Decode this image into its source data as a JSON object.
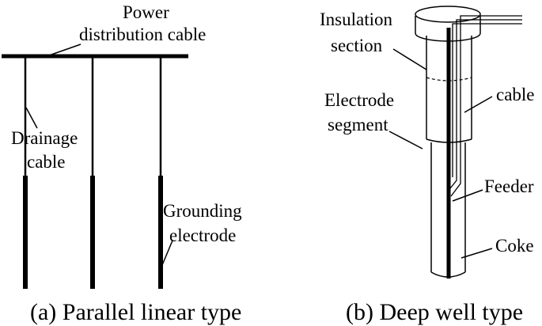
{
  "panel_a": {
    "labels": {
      "power_line1": "Power",
      "power_line2": "distribution cable",
      "drainage_line1": "Drainage",
      "drainage_line2": "cable",
      "grounding_line1": "Grounding",
      "grounding_line2": "electrode"
    },
    "caption": "(a) Parallel linear type"
  },
  "panel_b": {
    "labels": {
      "insulation_line1": "Insulation",
      "insulation_line2": "section",
      "electrode_line1": "Electrode",
      "electrode_line2": "segment",
      "cable": "cable",
      "feeder": "Feeder",
      "coke": "Coke"
    },
    "caption": "(b) Deep well type"
  }
}
